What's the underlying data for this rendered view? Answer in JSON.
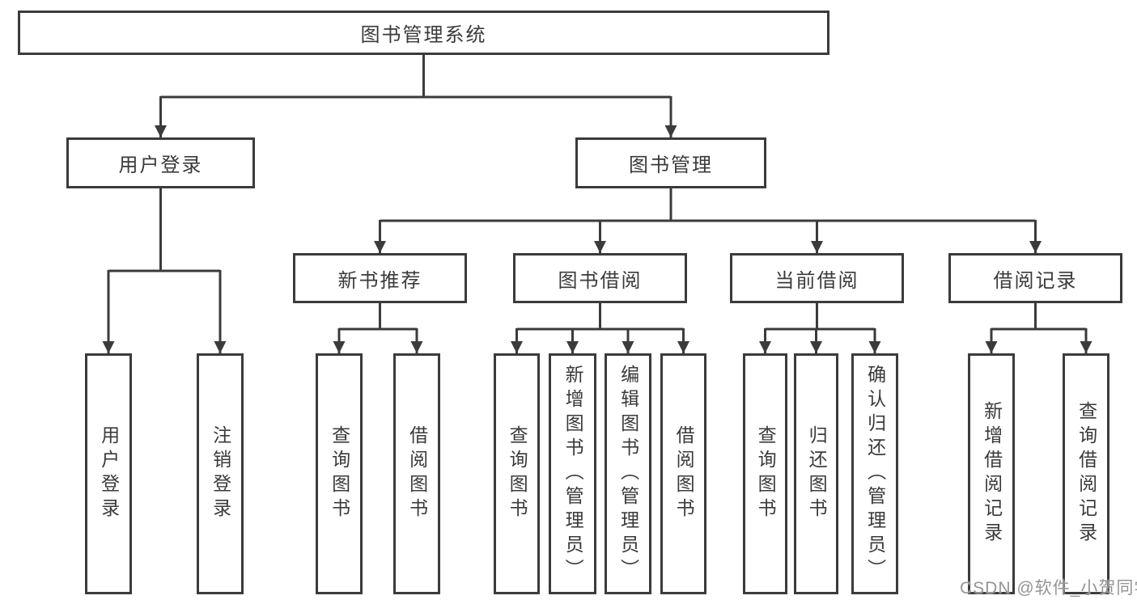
{
  "diagram_title": "图书管理系统",
  "tree": {
    "label": "图书管理系统",
    "children": [
      {
        "label": "用户登录",
        "children": [
          {
            "label": "用户登录"
          },
          {
            "label": "注销登录"
          }
        ]
      },
      {
        "label": "图书管理",
        "children": [
          {
            "label": "新书推荐",
            "children": [
              {
                "label": "查询图书"
              },
              {
                "label": "借阅图书"
              }
            ]
          },
          {
            "label": "图书借阅",
            "children": [
              {
                "label": "查询图书"
              },
              {
                "label": "新增图书（管理员）"
              },
              {
                "label": "编辑图书（管理员）"
              },
              {
                "label": "借阅图书"
              }
            ]
          },
          {
            "label": "当前借阅",
            "children": [
              {
                "label": "查询图书"
              },
              {
                "label": "归还图书"
              },
              {
                "label": "确认归还（管理员）"
              }
            ]
          },
          {
            "label": "借阅记录",
            "children": [
              {
                "label": "新增借阅记录"
              },
              {
                "label": "查询借阅记录"
              }
            ]
          }
        ]
      }
    ]
  },
  "watermark": {
    "text": "CSDN @软件_小贺同学"
  },
  "colors": {
    "line": "#3b3b3b",
    "box_border": "#3b3b3b",
    "box_background": "#ffffff",
    "text": "#3a3a3a",
    "watermark": "#949494",
    "page_background": "#ffffff"
  }
}
